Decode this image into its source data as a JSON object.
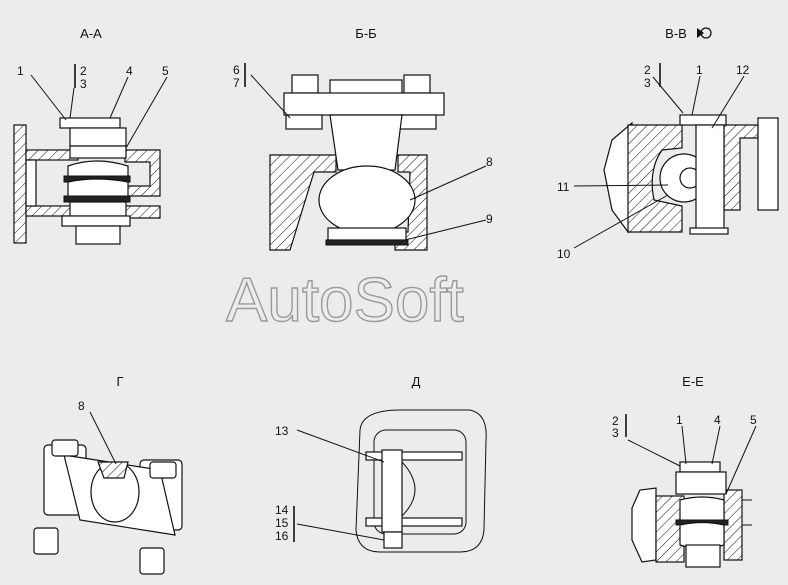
{
  "views": {
    "aa": {
      "title": "А-А",
      "labels": [
        "1",
        "2",
        "3",
        "4",
        "5"
      ]
    },
    "bb": {
      "title": "Б-Б",
      "labels": [
        "6",
        "7",
        "8",
        "9"
      ]
    },
    "vv": {
      "title": "В-В",
      "labels": [
        "2",
        "3",
        "1",
        "12",
        "11",
        "10"
      ]
    },
    "g": {
      "title": "Г",
      "labels": [
        "8"
      ]
    },
    "d": {
      "title": "Д",
      "labels": [
        "13",
        "14",
        "15",
        "16"
      ]
    },
    "ee": {
      "title": "Е-Е",
      "labels": [
        "2",
        "3",
        "1",
        "4",
        "5"
      ]
    }
  },
  "watermark": "AutoSoft",
  "colors": {
    "background": "#ececec",
    "line": "#111111",
    "watermark": "#9a9a9a"
  },
  "icons": {
    "rotation_mark": "rotate-icon"
  }
}
